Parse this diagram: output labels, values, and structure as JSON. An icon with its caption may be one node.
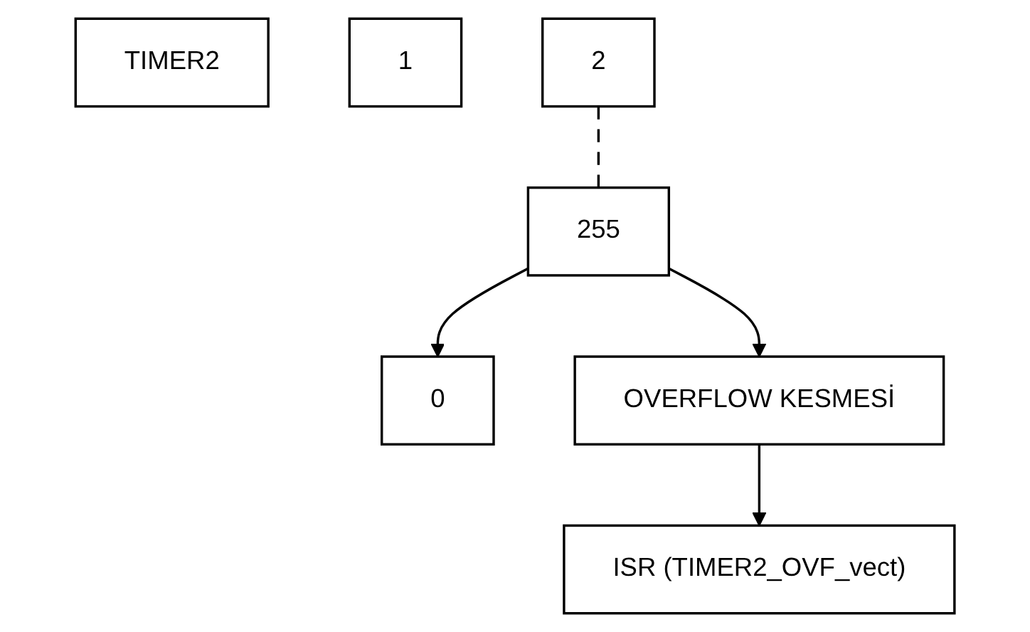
{
  "diagram": {
    "nodes": [
      {
        "text": [
          "TIMER2"
        ]
      },
      {
        "text": [
          "0"
        ]
      },
      {
        "text": [
          "1"
        ]
      },
      {
        "text": [
          "2"
        ]
      },
      {
        "text": [
          "255"
        ]
      },
      {
        "text": [
          "OVERFLOW KESMESİ"
        ]
      },
      {
        "text": [
          "ISR (TIMER2_OVF_vect)"
        ]
      }
    ],
    "edges": [
      {
        "from": 3,
        "to": 4,
        "arrow": "none",
        "style": "dashed"
      },
      {
        "from": 4,
        "to": 5,
        "arrow": "to"
      },
      {
        "from": 4,
        "to": 1,
        "arrow": "to"
      },
      {
        "from": 5,
        "to": 6,
        "arrow": "to"
      }
    ]
  }
}
